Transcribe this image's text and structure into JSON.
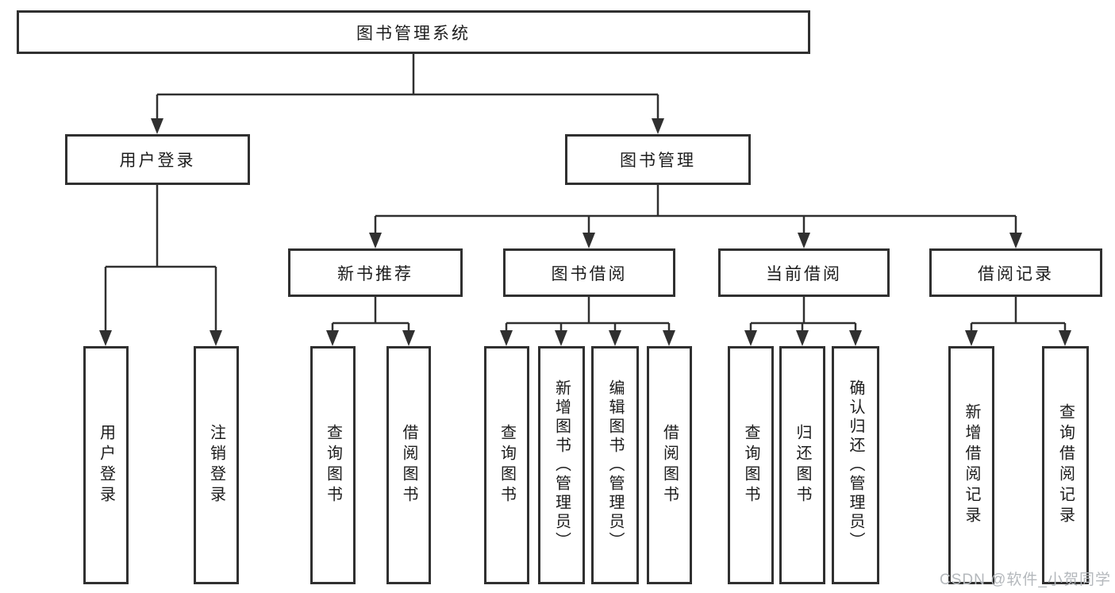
{
  "diagram": {
    "root": "图书管理系统",
    "level2": {
      "user_login": "用户登录",
      "book_management": "图书管理"
    },
    "level3": {
      "new_book_recommendation": "新书推荐",
      "book_borrowing": "图书借阅",
      "current_borrowing": "当前借阅",
      "borrowing_records": "借阅记录"
    },
    "leaves": {
      "user_login": "用户登录",
      "logout_login": "注销登录",
      "recommend_query_books": "查询图书",
      "recommend_borrow_books": "借阅图书",
      "borrowing_query_books": "查询图书",
      "borrowing_add_books": "新增图书（管理员）",
      "borrowing_edit_books": "编辑图书（管理员）",
      "borrowing_borrow_books": "借阅图书",
      "current_query_books": "查询图书",
      "current_return_books": "归还图书",
      "current_confirm_return": "确认归还（管理员）",
      "records_add_record": "新增借阅记录",
      "records_query_record": "查询借阅记录"
    }
  },
  "watermark": {
    "text": "CSDN @软件_小贺同学"
  },
  "colors": {
    "line": "#303030",
    "box_border": "#303030",
    "text": "#1c1c1c",
    "watermark": "#b4b8bc",
    "background": "#ffffff"
  }
}
